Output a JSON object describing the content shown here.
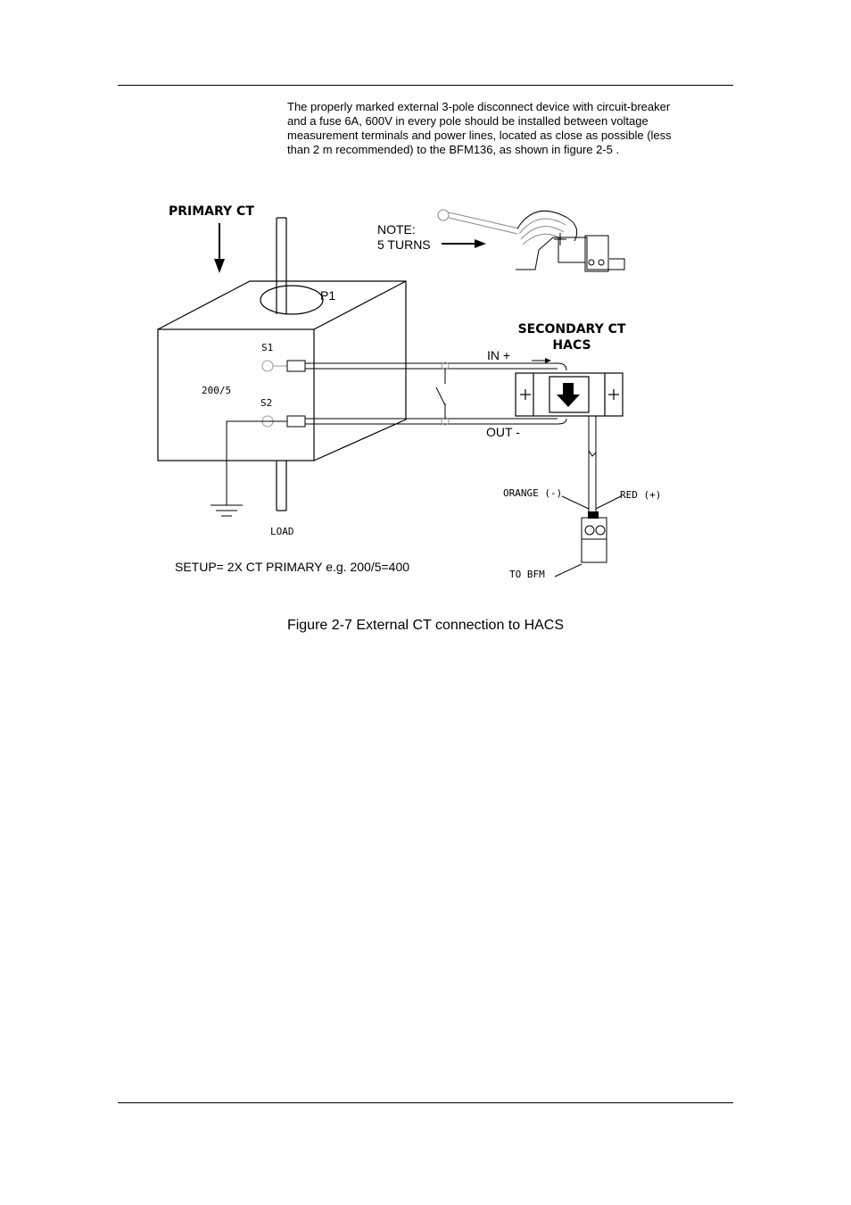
{
  "intro": {
    "lines": [
      "The properly marked external 3-pole disconnect device with circuit-breaker",
      "and a fuse 6A, 600V in every pole should be installed between voltage",
      "measurement terminals and power lines, located as close as possible (less",
      "than 2 m recommended) to the BFM136, as shown in figure 2-5 ."
    ]
  },
  "diagram": {
    "primary_ct": "PRIMARY CT",
    "note": "NOTE:",
    "turns": "5 TURNS",
    "p1": "P1",
    "s1": "S1",
    "s2": "S2",
    "ratio": "200/5",
    "secondary_ct": "SECONDARY CT",
    "hacs": "HACS",
    "in_plus": "IN +",
    "out_minus": "OUT -",
    "orange": "ORANGE (-)",
    "red": "RED (+)",
    "load": "LOAD",
    "to_bfm": "TO BFM",
    "setup": "SETUP= 2X CT PRIMARY e.g. 200/5=400"
  },
  "caption": "Figure 2-7 External CT connection to HACS"
}
